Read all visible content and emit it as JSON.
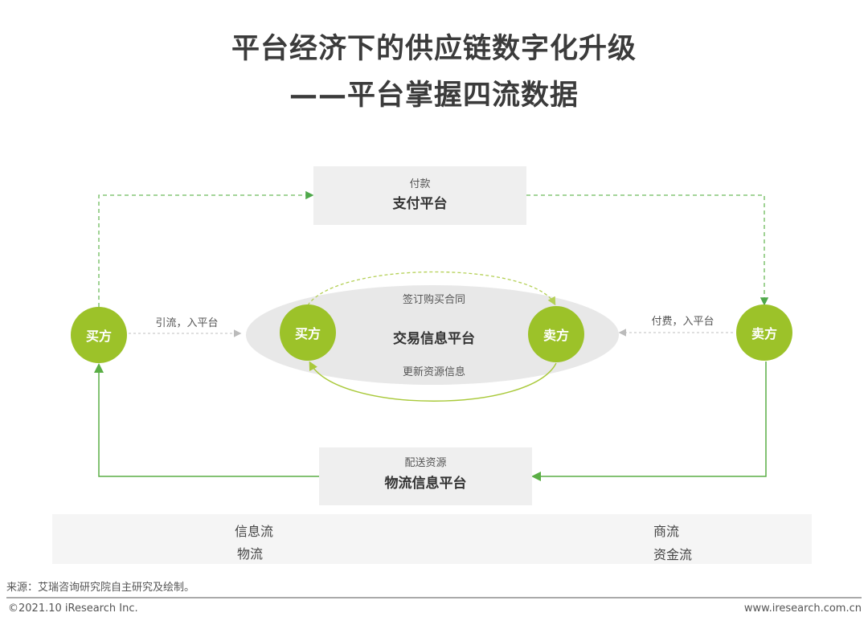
{
  "title": {
    "line1": "平台经济下的供应链数字化升级",
    "line2": "——平台掌握四流数据"
  },
  "payment_platform": {
    "caption": "付款",
    "name": "支付平台"
  },
  "logistics_platform": {
    "caption": "配送资源",
    "name": "物流信息平台"
  },
  "transaction_platform": {
    "name": "交易信息平台",
    "top_label": "签订购买合同",
    "bottom_label": "更新资源信息",
    "buyer": "买方",
    "seller": "卖方"
  },
  "outer_buyer": "买方",
  "outer_seller": "卖方",
  "buyer_edge_label": "引流，入平台",
  "seller_edge_label": "付费，入平台",
  "legend": {
    "info_flow": "信息流",
    "logistics_flow": "物流",
    "commerce_flow": "商流",
    "capital_flow": "资金流"
  },
  "colors": {
    "node": "#9cc229",
    "info": "#a9c93a",
    "logistics": "#5aae45",
    "commerce": "#c6dd7c",
    "capital": "#4ea84a"
  },
  "footer": {
    "source": "来源：艾瑞咨询研究院自主研究及绘制。",
    "copyright": "©2021.10 iResearch Inc.",
    "url": "www.iresearch.com.cn"
  }
}
